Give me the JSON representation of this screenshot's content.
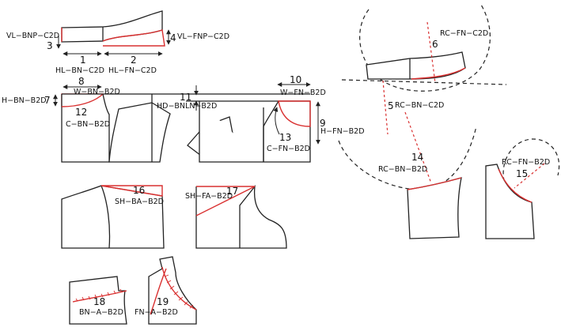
{
  "labels": {
    "vl_bnp": "VL−BNP−C2D",
    "vl_fnp": "VL−FNP−C2D",
    "hl_bn": "HL−BN−C2D",
    "hl_fn": "HL−FN−C2D",
    "h_bn": "H−BN−B2D",
    "w_bn": "W−BN−B2D",
    "c_bn": "C−BN−B2D",
    "hd_bnln": "HD−BNLN−B2D",
    "w_fn": "W−FN−B2D",
    "h_fn": "H−FN−B2D",
    "c_fn": "C−FN−B2D",
    "sh_ba": "SH−BA−B2D",
    "sh_fa": "SH−FA−B2D",
    "bn_a": "BN−A−B2D",
    "fn_a": "FN−A−B2D",
    "rc_fn_c2d": "RC−FN−C2D",
    "rc_bn_c2d": "RC−BN−C2D",
    "rc_bn_b2d": "RC−BN−B2D",
    "rc_fn_b2d": "RC−FN−B2D"
  },
  "numbers": {
    "n1": "1",
    "n2": "2",
    "n3": "3",
    "n4": "4",
    "n5": "5",
    "n6": "6",
    "n7": "7",
    "n8": "8",
    "n9": "9",
    "n10": "10",
    "n11": "11",
    "n12": "12",
    "n13": "13",
    "n14": "14",
    "n15": "15",
    "n16": "16",
    "n17": "17",
    "n18": "18",
    "n19": "19"
  }
}
